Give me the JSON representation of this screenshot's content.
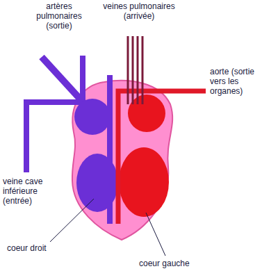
{
  "diagram": {
    "labels": [
      "artères pulmonaires (sortie)",
      "veines pulmonaires (arrivée)",
      "aorte (sortie vers les organes)",
      "veine cave inférieure (entrée)",
      "coeur droit",
      "coeur gauche"
    ]
  }
}
